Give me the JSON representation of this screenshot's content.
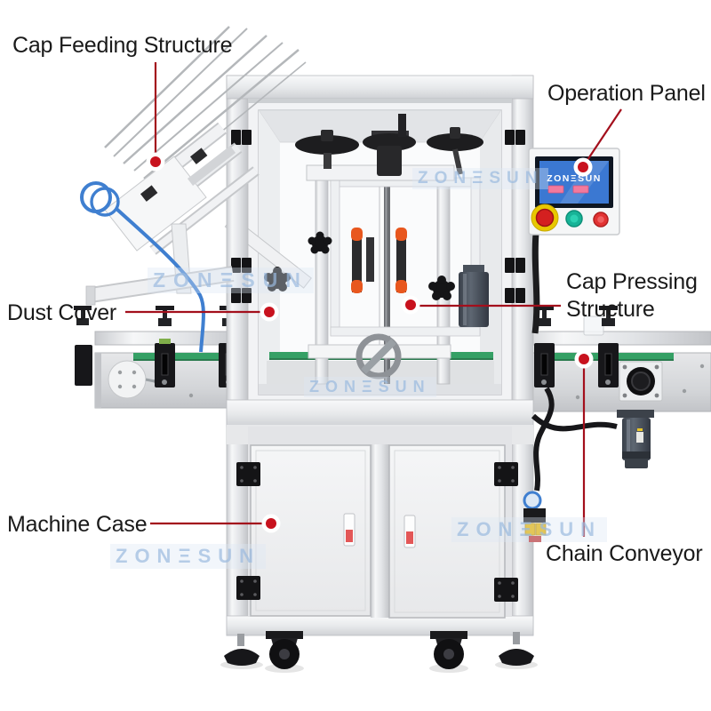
{
  "page": {
    "type": "annotated-product-photo",
    "subject": "Automatic cap pressing capping machine with labeled parts",
    "background_color": "#ffffff"
  },
  "brand": {
    "watermark_text": "ZONΞSUN",
    "watermark_color": "#a3c0e2"
  },
  "callouts": [
    {
      "id": "cap-feeding-structure",
      "label": "Cap Feeding Structure"
    },
    {
      "id": "operation-panel",
      "label": "Operation Panel"
    },
    {
      "id": "dust-cover",
      "label": "Dust Cover"
    },
    {
      "id": "cap-pressing-structure",
      "label": "Cap Pressing Structure"
    },
    {
      "id": "machine-case",
      "label": "Machine Case"
    },
    {
      "id": "chain-conveyor",
      "label": "Chain Conveyor"
    }
  ],
  "annotation_style": {
    "label_color": "#1a1a1a",
    "line_color": "#a30f1c",
    "dot_color": "#c8121e"
  },
  "operation_panel": {
    "screen_text": "ZONΞSUN",
    "screen_color": "#3b78d2",
    "buttons": [
      {
        "name": "emergency-stop-button",
        "color": "#d42020",
        "ring_color": "#e8c800"
      },
      {
        "name": "green-button",
        "color": "#17b397"
      },
      {
        "name": "red-button",
        "color": "#e23333"
      }
    ],
    "screen_soft_keys": 2
  },
  "machine_colors": {
    "frame_gray": "#e8eaec",
    "belt_green": "#35a065",
    "grip_orange": "#e8571e",
    "tube_blue": "#3f7fd0"
  }
}
